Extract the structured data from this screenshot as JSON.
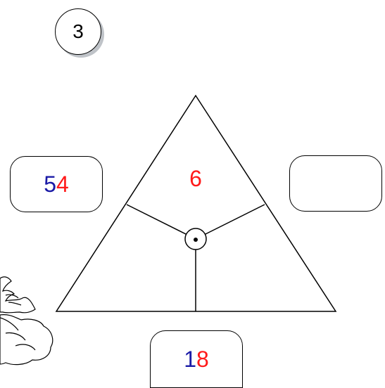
{
  "problem_number": "3",
  "triangle": {
    "top_value": "6"
  },
  "answer_boxes": {
    "left": {
      "tens": "5",
      "ones": "4"
    },
    "right": {
      "value": ""
    },
    "bottom": {
      "tens": "1",
      "ones": "8"
    }
  },
  "colors": {
    "tens_digit": "#1a1aa6",
    "ones_digit": "#ff1a1a",
    "badge_shadow": "#bfc3c8"
  }
}
